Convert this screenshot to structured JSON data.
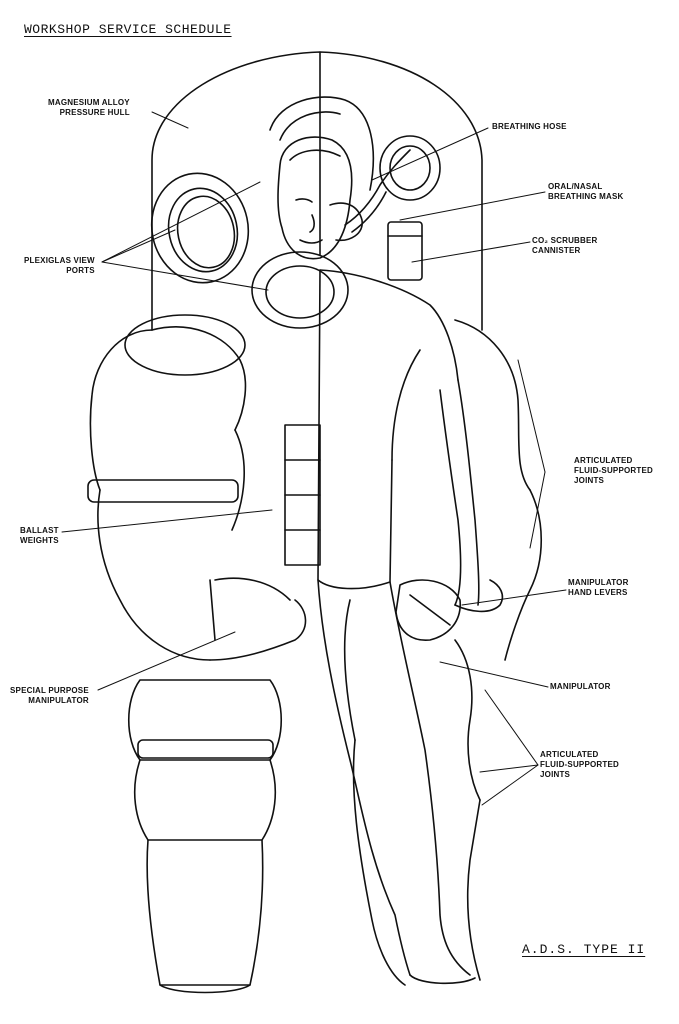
{
  "header": {
    "title": "WORKSHOP SERVICE SCHEDULE"
  },
  "footer": {
    "model": "A.D.S. TYPE II"
  },
  "labels": {
    "pressure_hull": [
      "MAGNESIUM ALLOY",
      "PRESSURE HULL"
    ],
    "breathing_hose": [
      "BREATHING HOSE"
    ],
    "breathing_mask": [
      "ORAL/NASAL",
      "BREATHING MASK"
    ],
    "scrubber": [
      "CO₂ SCRUBBER",
      "CANNISTER"
    ],
    "view_ports": [
      "PLEXIGLAS VIEW",
      "PORTS"
    ],
    "joints_upper": [
      "ARTICULATED",
      "FLUID-SUPPORTED",
      "JOINTS"
    ],
    "ballast": [
      "BALLAST",
      "WEIGHTS"
    ],
    "hand_levers": [
      "MANIPULATOR",
      "HAND LEVERS"
    ],
    "special_manipulator": [
      "SPECIAL PURPOSE",
      "MANIPULATOR"
    ],
    "manipulator": [
      "MANIPULATOR"
    ],
    "joints_lower": [
      "ARTICULATED",
      "FLUID-SUPPORTED",
      "JOINTS"
    ]
  }
}
